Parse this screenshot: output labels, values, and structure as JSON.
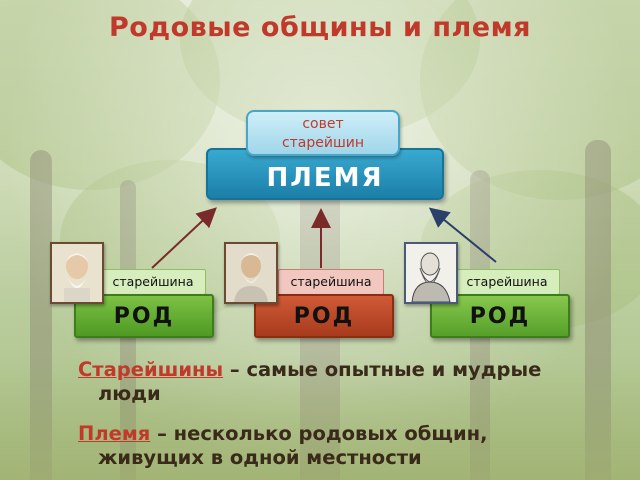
{
  "title": "Родовые общины и племя",
  "council": {
    "line1": "совет",
    "line2": "старейшин"
  },
  "tribe": "ПЛЕМЯ",
  "clans": [
    {
      "label": "РОД",
      "elder": "старейшина"
    },
    {
      "label": "РОД",
      "elder": "старейшина"
    },
    {
      "label": "РОД",
      "elder": "старейшина"
    }
  ],
  "definitions": [
    {
      "term": "Старейшины",
      "dash": " – ",
      "line1": "самые опытные и мудрые",
      "line2": "люди"
    },
    {
      "term": "Племя",
      "dash": " – ",
      "line1": "несколько родовых общин,",
      "line2": "живущих в одной местности"
    }
  ],
  "colors": {
    "title": "#c0392b",
    "tribe_box": "#1c7fa8",
    "clan_green": "#4f9a24",
    "clan_red": "#a83b1d",
    "arrow": "#7a2a2a"
  }
}
